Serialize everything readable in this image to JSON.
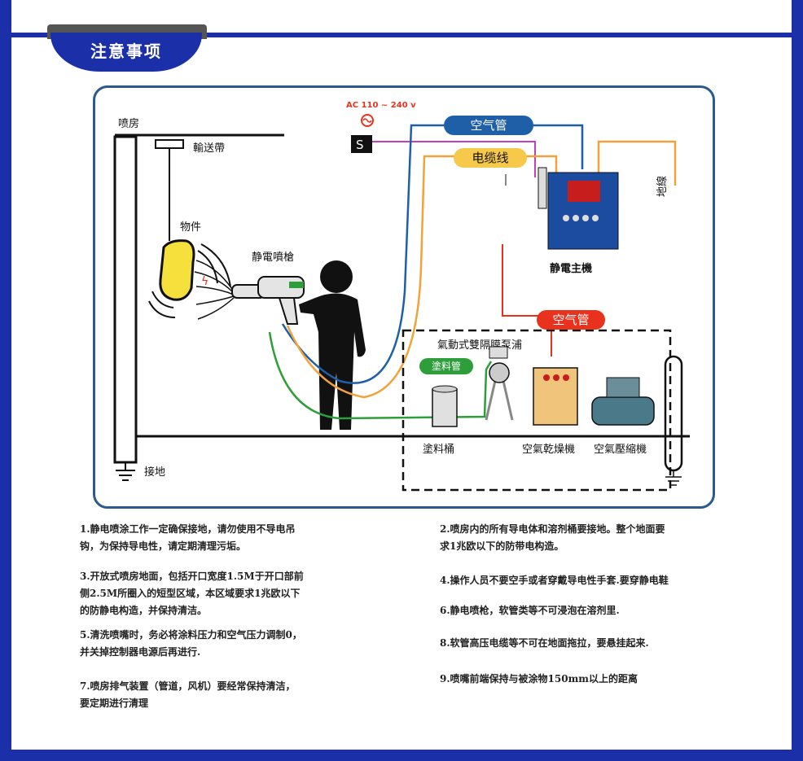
{
  "title": "注意事项",
  "diagram": {
    "booth_label": "喷房",
    "conveyor_label": "輸送帶",
    "workpiece_label": "物件",
    "gun_label": "静電噴槍",
    "power_label": "AC 110 ~ 240 v",
    "air_pipe_label": "空气管",
    "cable_label": "电缆线",
    "controller_label": "静電主機",
    "ground_wire_label": "地線",
    "air_pipe_label_2": "空气管",
    "pump_label": "氣動式雙隔膜泵浦",
    "paint_pipe_label": "塗料管",
    "paint_bucket_label": "塗料桶",
    "air_dryer_label": "空氣乾燥機",
    "compressor_label": "空氣壓縮機",
    "ground_label": "接地",
    "colors": {
      "air_pipe": "#1f5fa8",
      "cable": "#f2a23a",
      "air_pipe_2": "#e8321e",
      "paint_pipe": "#2e9e3a",
      "frame": "#1a2fa8"
    }
  },
  "notes": [
    "1.静电喷涂工作一定确保接地，请勿使用不导电吊\n钩，为保持导电性，请定期清理污垢。",
    "2.喷房内的所有导电体和溶剂桶要接地。整个地面要\n求1兆欧以下的防带电构造。",
    "3.开放式喷房地面，包括开口宽度1.5M于开口部前\n侧2.5M所圈入的短型区域，本区域要求1兆欧以下\n的防静电构造，并保持清洁。",
    "4.操作人员不要空手或者穿戴导电性手套.要穿静电鞋",
    "5.清洗喷嘴时，务必将涂料压力和空气压力调制0，\n并关掉控制器电源后再进行.",
    "6.静电喷枪，软管类等不可浸泡在溶剂里.",
    "7.喷房排气装置（管道，风机）要经常保持清洁，\n要定期进行清理",
    "8.软管高压电缆等不可在地面拖拉，要悬挂起来.",
    "9.喷嘴前端保持与被涂物150mm以上的距离"
  ]
}
